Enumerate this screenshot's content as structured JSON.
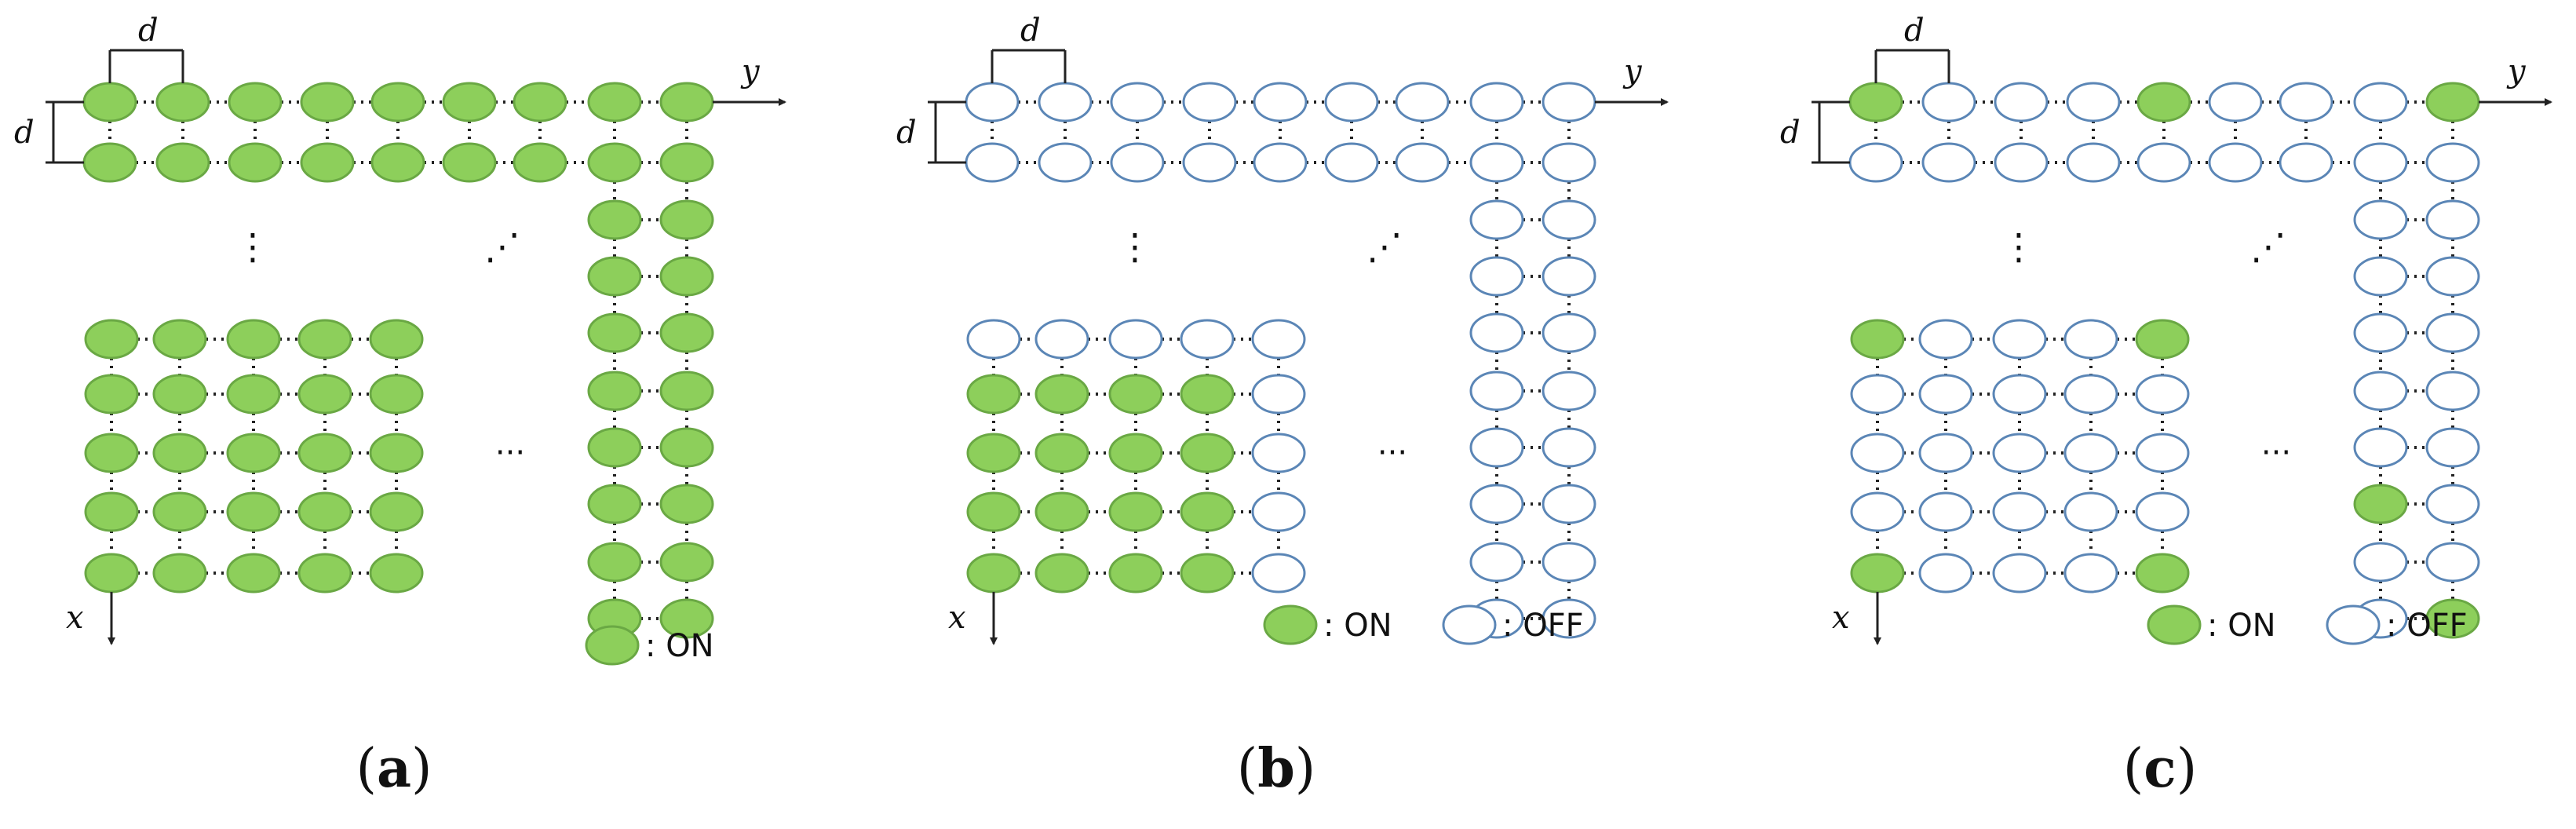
{
  "colors": {
    "on_fill": "#8dcf5b",
    "on_stroke": "#6aa844",
    "off_stroke": "#5b86b6",
    "link": "#222222"
  },
  "labels": {
    "d": "d",
    "x": "x",
    "y": "y",
    "on": ": ON",
    "off": ": OFF",
    "vdots": "⋮",
    "ddots": "⋰",
    "hdots": "···"
  },
  "panels": [
    {
      "id": "a",
      "caption_letter": "a",
      "show_off_legend": false,
      "top_row0": "111111111",
      "top_row1": "111111111",
      "column": "1111111111111111",
      "grid": [
        "11111",
        "11111",
        "11111",
        "11111",
        "11111"
      ]
    },
    {
      "id": "b",
      "caption_letter": "b",
      "show_off_legend": true,
      "top_row0": "000000000",
      "top_row1": "000000000",
      "column": "0000000000000000",
      "grid": [
        "00000",
        "11110",
        "11110",
        "11110",
        "11110"
      ]
    },
    {
      "id": "c",
      "caption_letter": "c",
      "show_off_legend": true,
      "top_row0": "100010001",
      "top_row1": "000000000",
      "column": "0000000000100001",
      "grid": [
        "10001",
        "00000",
        "00000",
        "00000",
        "10001"
      ]
    }
  ]
}
